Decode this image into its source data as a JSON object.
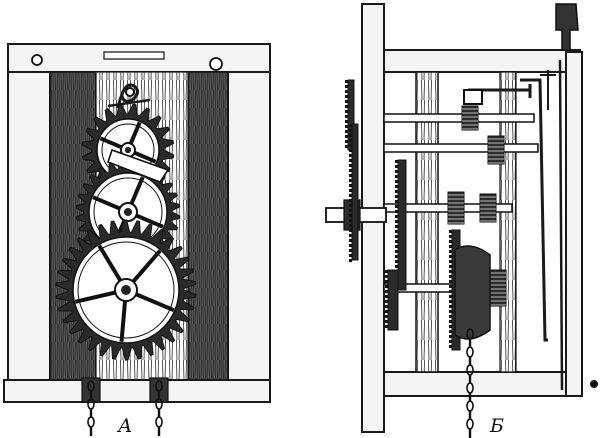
{
  "figure": {
    "panels": [
      {
        "id": "front-view",
        "label": "А"
      },
      {
        "id": "side-view",
        "label": "Б"
      }
    ],
    "colors": {
      "ink": "#1a1a1a",
      "paper": "#ffffff",
      "wood_light": "#f4f4f4",
      "wood_dark": "#4a4a4a"
    }
  }
}
